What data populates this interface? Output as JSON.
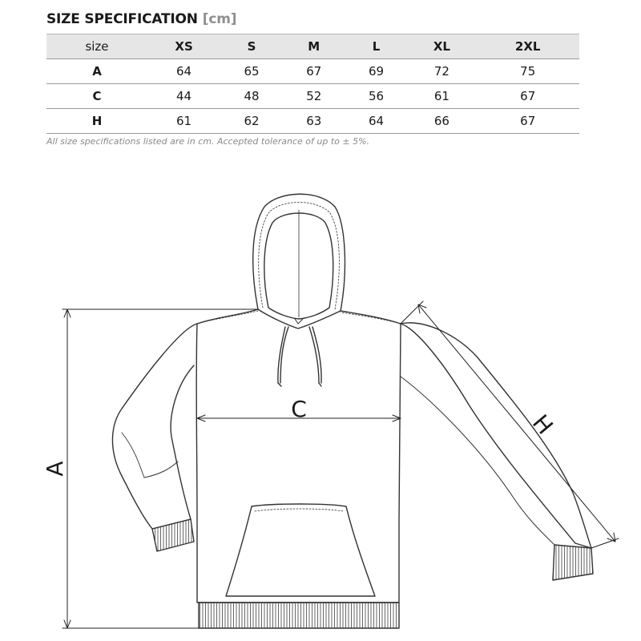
{
  "title": {
    "main": "SIZE SPECIFICATION",
    "unit": "[cm]"
  },
  "table": {
    "corner": "size",
    "columns": [
      "XS",
      "S",
      "M",
      "L",
      "XL",
      "2XL"
    ],
    "rows": [
      {
        "label": "A",
        "values": [
          "64",
          "65",
          "67",
          "69",
          "72",
          "75"
        ]
      },
      {
        "label": "C",
        "values": [
          "44",
          "48",
          "52",
          "56",
          "61",
          "67"
        ]
      },
      {
        "label": "H",
        "values": [
          "61",
          "62",
          "63",
          "64",
          "66",
          "67"
        ]
      }
    ]
  },
  "note": "All size specifications listed are in cm. Accepted tolerance of up to ± 5%.",
  "diagram": {
    "labels": {
      "a": "A",
      "c": "C",
      "h": "H"
    }
  }
}
